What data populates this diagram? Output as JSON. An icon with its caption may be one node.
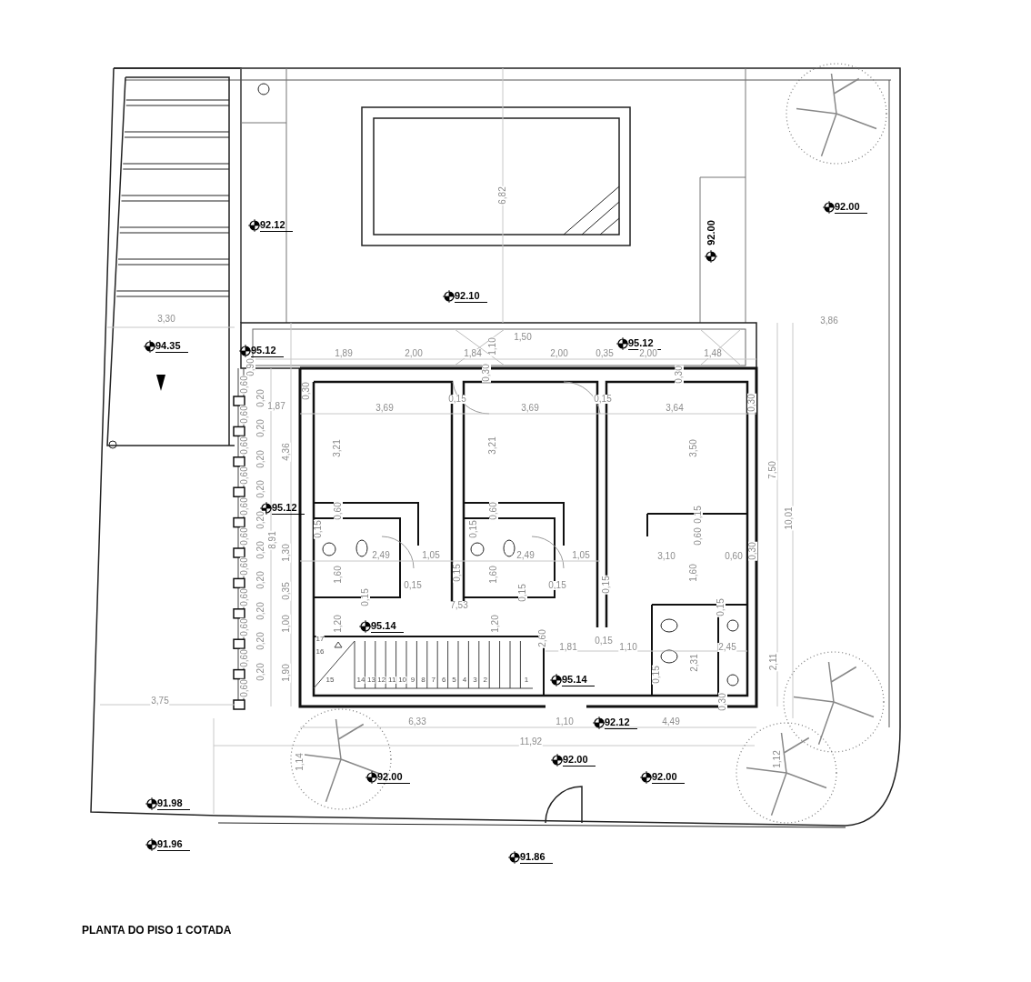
{
  "diagram": {
    "title": "PLANTA DO PISO 1 COTADA",
    "labels": [
      "92.12",
      "6,82",
      "92.00",
      "92.00",
      "92.10",
      "3,30",
      "3,86",
      "94.35",
      "95.12",
      "1,89",
      "2,00",
      "1,84",
      "1,10",
      "1,50",
      "2,00",
      "0,35",
      "95.12",
      "2,00",
      "1,48",
      "0,90",
      "0,30",
      "0,30",
      "0,30",
      "1,87",
      "3,69",
      "0,15",
      "3,69",
      "0,15",
      "3,64",
      "0,30",
      "4,36",
      "3,21",
      "3,21",
      "3,50",
      "7,50",
      "10,01",
      "95.12",
      "8,91",
      "0,60",
      "0,60",
      "0,15",
      "0,60",
      "0,15",
      "0,15",
      "1,30",
      "2,49",
      "1,05",
      "2,49",
      "1,05",
      "3,10",
      "0,60",
      "0,30",
      "1,60",
      "0,15",
      "1,60",
      "1,60",
      "0,35",
      "0,15",
      "0,15",
      "0,15",
      "0,15",
      "0,15",
      "7,53",
      "0,15",
      "1,00",
      "1,20",
      "1,20",
      "95.14",
      "17",
      "16",
      "2,60",
      "1,81",
      "0,15",
      "1,10",
      "2,45",
      "2,31",
      "2,11",
      "1,90",
      "15",
      "14",
      "13",
      "12",
      "11",
      "10",
      "9",
      "8",
      "7",
      "6",
      "5",
      "4",
      "3",
      "2",
      "1",
      "95.14",
      "0,15",
      "3,75",
      "0,30",
      "6,33",
      "1,10",
      "92.12",
      "4,49",
      "11,92",
      "1,14",
      "92.00",
      "1,12",
      "92.00",
      "92.00",
      "91.98",
      "91.96",
      "91.86",
      "0,60",
      "0,60",
      "0,60",
      "0,60",
      "0,60",
      "0,60",
      "0,60",
      "0,60",
      "0,60",
      "0,60",
      "0,60",
      "0,20",
      "0,20",
      "0,20",
      "0,20",
      "0,20",
      "0,20",
      "0,20",
      "0,20",
      "0,20",
      "0,20"
    ]
  }
}
